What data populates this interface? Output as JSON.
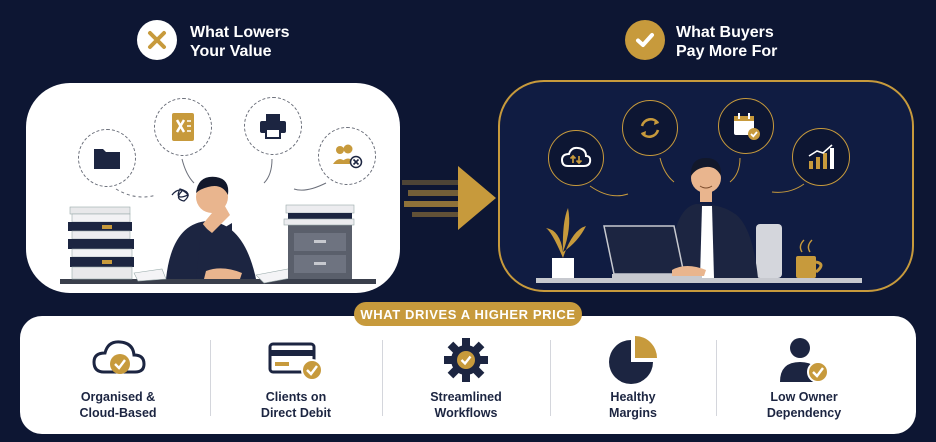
{
  "left_header": {
    "line1": "What Lowers",
    "line2": "Your Value",
    "icon": "x-icon"
  },
  "right_header": {
    "line1": "What Buyers",
    "line2": "Pay More For",
    "icon": "check-icon"
  },
  "badge": "WHAT DRIVES A HIGHER PRICE",
  "left_icons": [
    "folder-icon",
    "excel-icon",
    "printer-icon",
    "team-icon"
  ],
  "right_icons": [
    "cloud-sync-icon",
    "refresh-icon",
    "calendar-check-icon",
    "growth-chart-icon"
  ],
  "drivers": [
    {
      "line1": "Organised &",
      "line2": "Cloud-Based",
      "icon": "cloud-check-icon"
    },
    {
      "line1": "Clients on",
      "line2": "Direct Debit",
      "icon": "card-check-icon"
    },
    {
      "line1": "Streamlined",
      "line2": "Workflows",
      "icon": "gear-check-icon"
    },
    {
      "line1": "Healthy",
      "line2": "Margins",
      "icon": "pie-chart-icon"
    },
    {
      "line1": "Low Owner",
      "line2": "Dependency",
      "icon": "person-check-icon"
    }
  ],
  "colors": {
    "gold": "#c79a3c",
    "navy": "#0d1633",
    "panel_navy": "#101c42",
    "text_dark": "#1c2541"
  }
}
